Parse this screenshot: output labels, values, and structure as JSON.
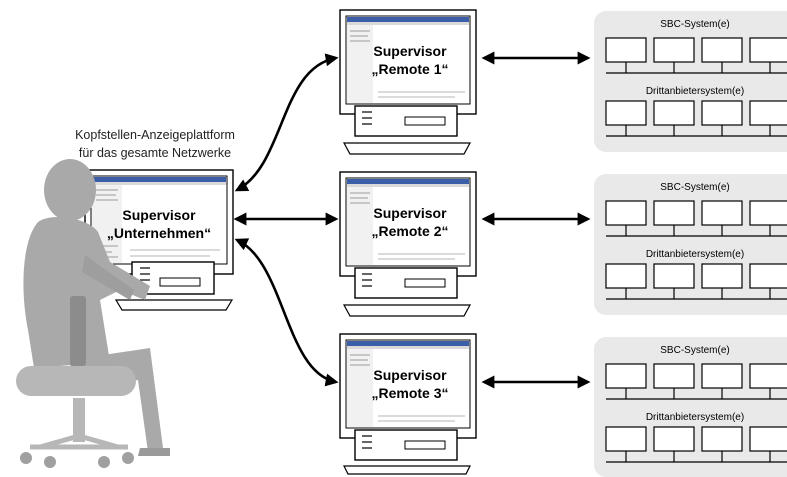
{
  "headend": {
    "caption_line1": "Kopfstellen-Anzeigeplattform",
    "caption_line2": "für das gesamte Netzwerke",
    "label_line1": "Supervisor",
    "label_line2": "„Unternehmen“"
  },
  "remotes": [
    {
      "label_line1": "Supervisor",
      "label_line2": "„Remote 1“"
    },
    {
      "label_line1": "Supervisor",
      "label_line2": "„Remote 2“"
    },
    {
      "label_line1": "Supervisor",
      "label_line2": "„Remote 3“"
    }
  ],
  "system_groups": [
    {
      "top_label": "SBC-System(e)",
      "bottom_label": "Drittanbietersystem(e)"
    },
    {
      "top_label": "SBC-System(e)",
      "bottom_label": "Drittanbietersystem(e)"
    },
    {
      "top_label": "SBC-System(e)",
      "bottom_label": "Drittanbietersystem(e)"
    }
  ],
  "colors": {
    "person": "#a9a9a9",
    "chair": "#b7b7b7",
    "chair_back": "#8c8c8c",
    "panel_bg": "#e9e9e9",
    "line": "#000000",
    "screen_titlebar": "#3a5ea8"
  }
}
